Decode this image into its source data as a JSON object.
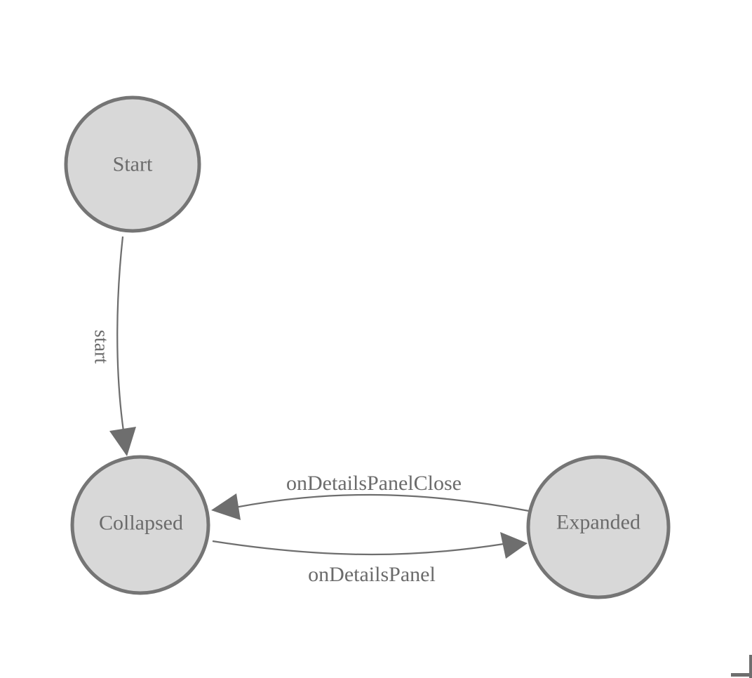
{
  "diagram": {
    "type": "state-machine",
    "colors": {
      "background": "#ffffff",
      "node_fill": "#d8d8d8",
      "node_stroke": "#757575",
      "edge_stroke": "#6e6e6e",
      "label_text": "#6b6b6b"
    },
    "nodes": [
      {
        "id": "start",
        "label": "Start"
      },
      {
        "id": "collapsed",
        "label": "Collapsed"
      },
      {
        "id": "expanded",
        "label": "Expanded"
      }
    ],
    "edges": [
      {
        "from": "Start",
        "to": "Collapsed",
        "label": "start"
      },
      {
        "from": "Expanded",
        "to": "Collapsed",
        "label": "onDetailsPanelClose"
      },
      {
        "from": "Collapsed",
        "to": "Expanded",
        "label": "onDetailsPanel"
      }
    ]
  }
}
